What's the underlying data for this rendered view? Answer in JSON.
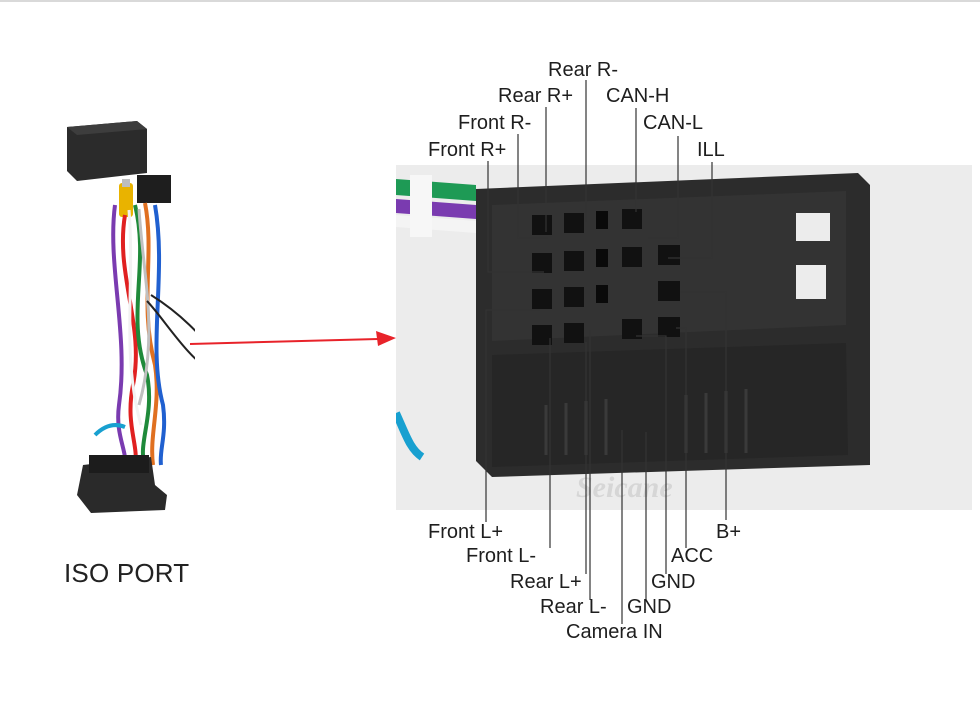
{
  "left_caption": "ISO PORT",
  "watermark": "Seicane",
  "pin_labels_top": {
    "rear_r_minus": "Rear R-",
    "rear_r_plus": "Rear R+",
    "can_h": "CAN-H",
    "front_r_minus": "Front R-",
    "can_l": "CAN-L",
    "front_r_plus": "Front R+",
    "ill": "ILL"
  },
  "pin_labels_bottom": {
    "front_l_plus": "Front L+",
    "b_plus": "B+",
    "front_l_minus": "Front L-",
    "acc": "ACC",
    "rear_l_plus": "Rear L+",
    "gnd_1": "GND",
    "rear_l_minus": "Rear L-",
    "gnd_2": "GND",
    "camera_in": "Camera IN"
  },
  "colors": {
    "arrow": "#e8232a",
    "leader_line": "#333333",
    "connector_body": "#2e2e2e",
    "photo_bg": "#e9e9e9"
  }
}
